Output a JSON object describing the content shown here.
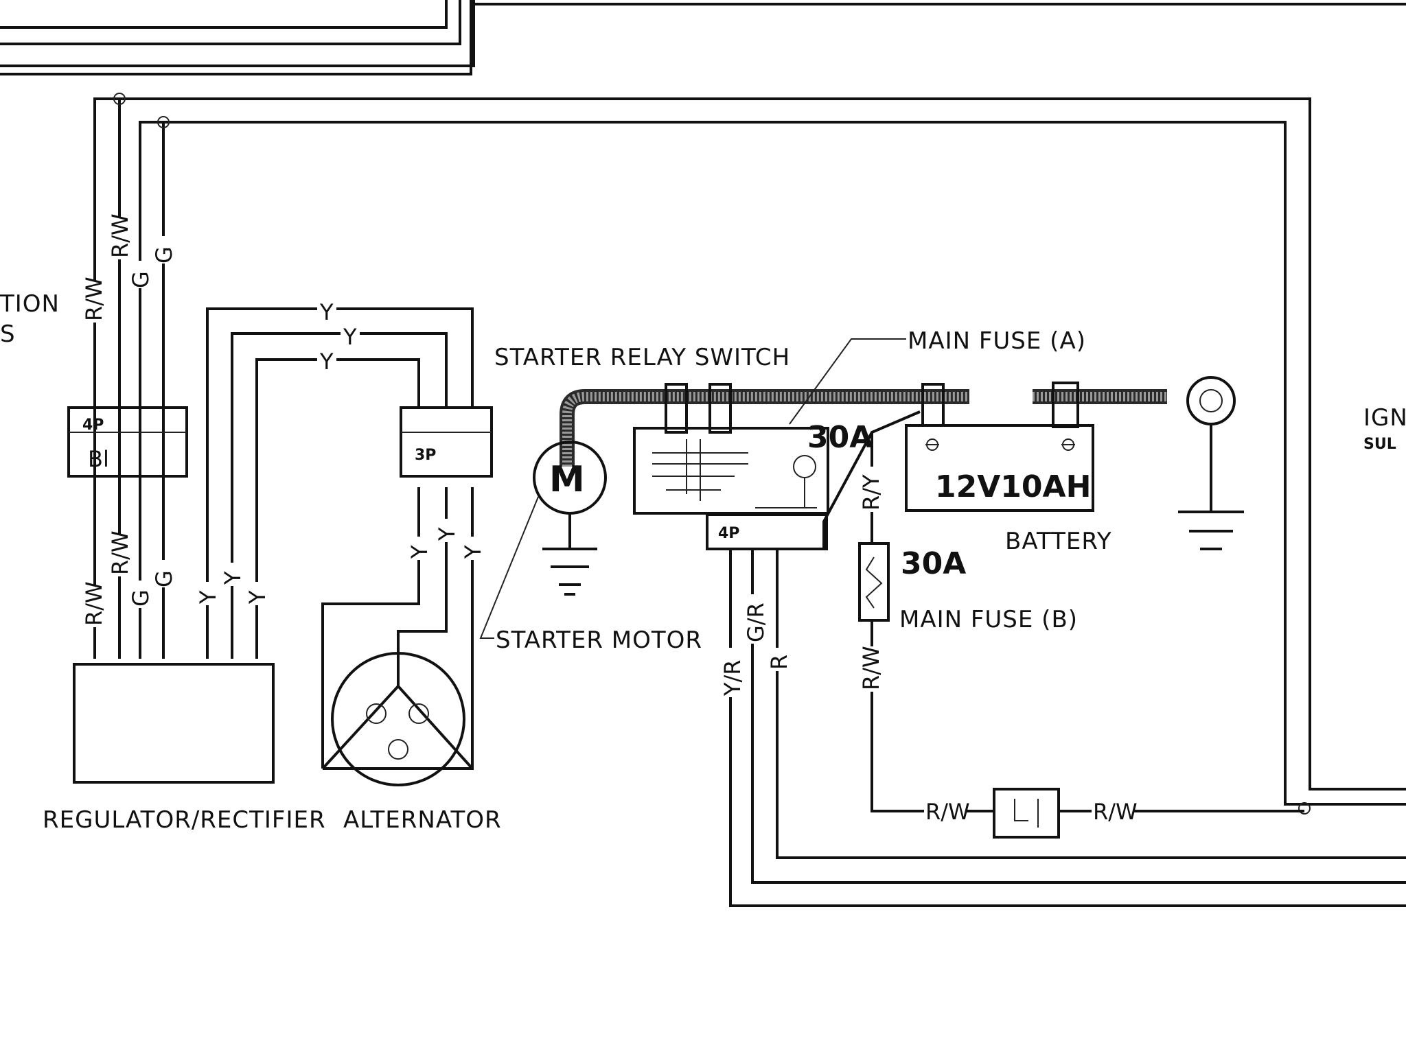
{
  "labels": {
    "regulator_rectifier": "REGULATOR/RECTIFIER",
    "alternator": "ALTERNATOR",
    "starter_relay_switch": "STARTER RELAY SWITCH",
    "starter_motor": "STARTER MOTOR",
    "main_fuse_a": "MAIN FUSE (A)",
    "main_fuse_b": "MAIN FUSE (B)",
    "battery": "BATTERY",
    "battery_rating": "12V10AH",
    "fuse_b_rating": "30A",
    "relay_fuse_rating": "30A",
    "motor_symbol": "M",
    "left_partial_1": "TION",
    "left_partial_2": "S",
    "right_partial_1": "IGN",
    "right_partial_2": "SUL"
  },
  "connectors": {
    "reg_connector": "4P",
    "reg_connector_color": "Bl",
    "alt_connector": "3P",
    "relay_connector": "4P"
  },
  "wire_colors": {
    "rw": "R/W",
    "g": "G",
    "y": "Y",
    "ry": "R/Y",
    "yr": "Y/R",
    "gr": "G/R",
    "r": "R"
  }
}
